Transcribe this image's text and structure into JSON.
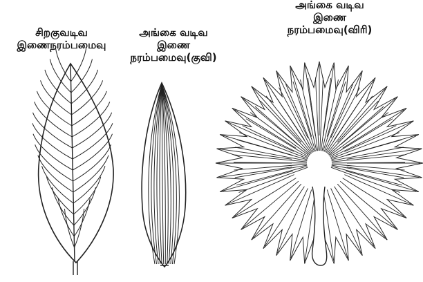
{
  "figure": {
    "leaves": [
      {
        "name": "pinnate-parallel",
        "label_lines": [
          "சிறகுவடிவ",
          "இணைநரம்பமைவு"
        ]
      },
      {
        "name": "palmate-parallel-convergent",
        "label_lines": [
          "அங்கை வடிவ",
          "இணை",
          "நரம்பமைவு(குவி)"
        ]
      },
      {
        "name": "palmate-parallel-divergent",
        "label_lines": [
          "அங்கை வடிவ",
          "இணை",
          "நரம்பமைவு(விரி)"
        ]
      }
    ]
  }
}
